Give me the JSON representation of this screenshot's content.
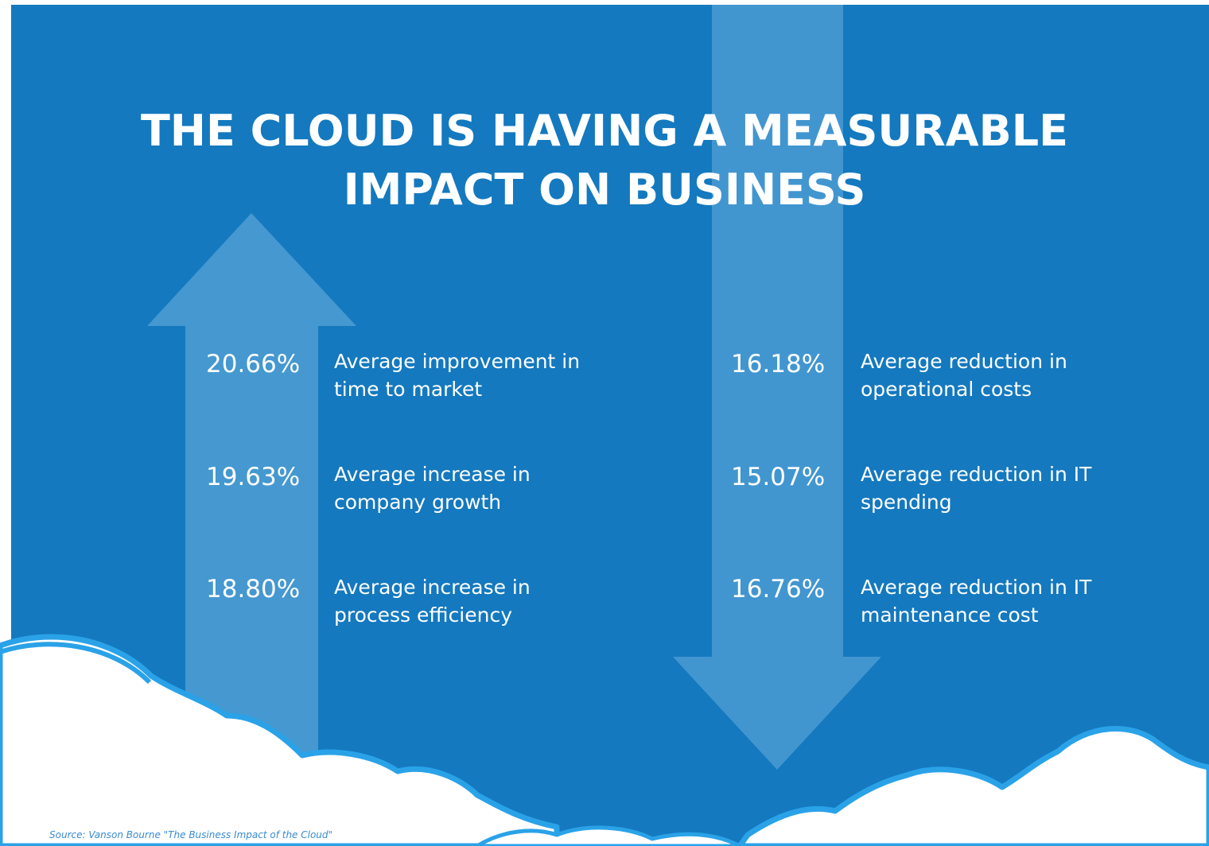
{
  "title": {
    "line1": "THE CLOUD IS HAVING A MEASURABLE",
    "line2": "IMPACT ON BUSINESS"
  },
  "increases": [
    {
      "value": "20.66%",
      "description": "Average improvement in time to market"
    },
    {
      "value": "19.63%",
      "description": "Average increase in company growth"
    },
    {
      "value": "18.80%",
      "description": "Average increase in process efficiency"
    }
  ],
  "reductions": [
    {
      "value": "16.18%",
      "description": "Average reduction in operational costs"
    },
    {
      "value": "15.07%",
      "description": "Average reduction in IT spending"
    },
    {
      "value": "16.76%",
      "description": "Average reduction in IT maintenance cost"
    }
  ],
  "source": "Source: Vanson Bourne \"The Business Impact of the Cloud\"",
  "colors": {
    "background": "#1479bf",
    "arrow": "#4a9bd2",
    "cloud": "#ffffff",
    "cloud_edge": "#2aa2e8",
    "text": "#ffffff"
  }
}
